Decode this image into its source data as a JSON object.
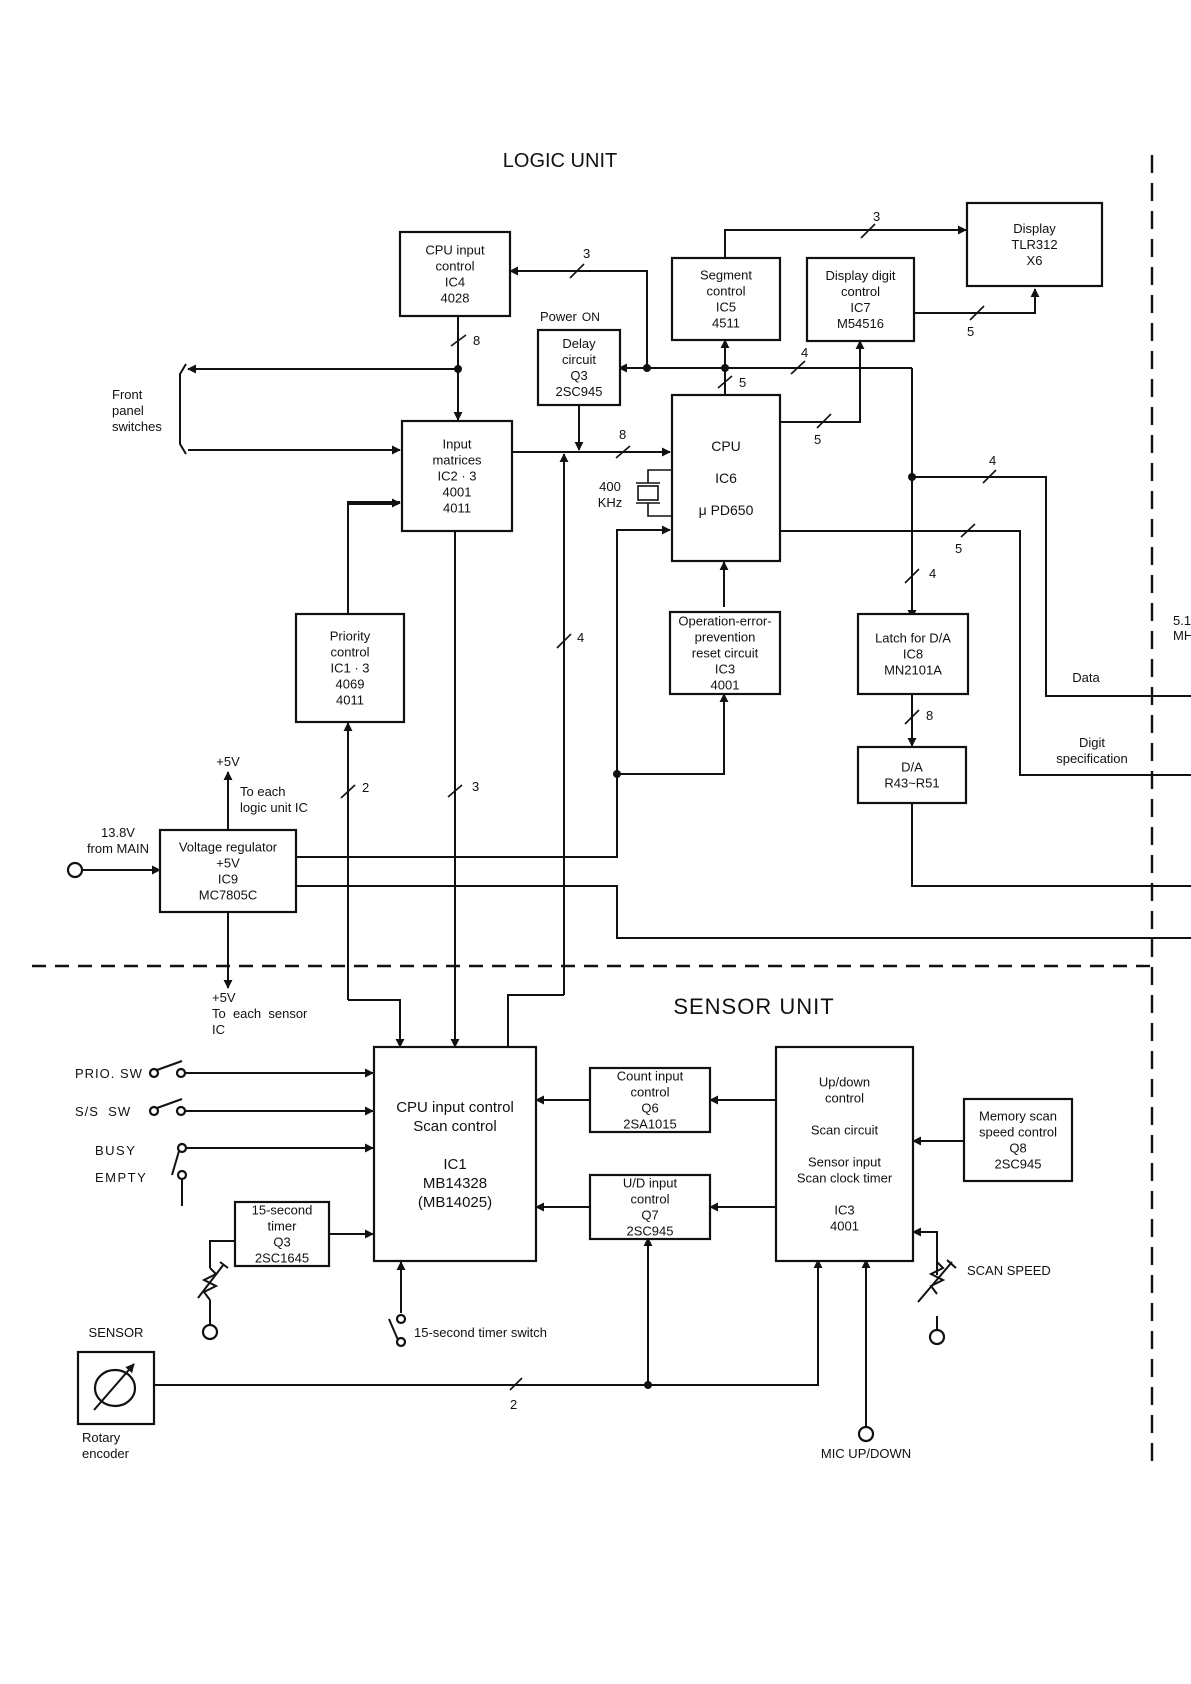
{
  "titles": {
    "logic_unit": "LOGIC UNIT",
    "sensor_unit": "SENSOR  UNIT"
  },
  "blocks": {
    "cpu_input_control_ic4": [
      "CPU input",
      "control",
      "IC4",
      "4028"
    ],
    "segment_control_ic5": [
      "Segment",
      "control",
      "IC5",
      "4511"
    ],
    "display_digit_control_ic7": [
      "Display digit",
      "control",
      "IC7",
      "M54516"
    ],
    "display_tlr312": [
      "Display",
      "TLR312",
      "X6"
    ],
    "delay_circuit_q3": [
      "Delay",
      "circuit",
      "Q3",
      "2SC945"
    ],
    "input_matrices": [
      "Input",
      "matrices",
      "IC2 · 3",
      "4001",
      "4011"
    ],
    "cpu_ic6": [
      "CPU",
      "IC6",
      "μ PD650"
    ],
    "priority_control": [
      "Priority",
      "control",
      "IC1 · 3",
      "4069",
      "4011"
    ],
    "reset_circuit_ic3": [
      "Operation-error-",
      "prevention",
      "reset circuit",
      "IC3",
      "4001"
    ],
    "latch_da_ic8": [
      "Latch for D/A",
      "IC8",
      "MN2101A"
    ],
    "da_converter": [
      "D/A",
      "R43~R51"
    ],
    "voltage_regulator_ic9": [
      "Voltage regulator",
      "+5V",
      "IC9",
      "MC7805C"
    ],
    "scan_control_ic1": [
      "CPU input control",
      "Scan control",
      "",
      "IC1",
      "MB14328",
      "(MB14025)"
    ],
    "count_input_control_q6": [
      "Count input",
      "control",
      "Q6",
      "2SA1015"
    ],
    "ud_input_control_q7": [
      "U/D input",
      "control",
      "Q7",
      "2SC945"
    ],
    "updown_control_ic3": [
      "Up/down",
      "control",
      "",
      "Scan circuit",
      "",
      "Sensor input",
      "Scan clock timer",
      "",
      "IC3",
      "4001"
    ],
    "memory_scan_speed_q8": [
      "Memory scan",
      "speed control",
      "Q8",
      "2SC945"
    ],
    "timer_15s_q3": [
      "15-second",
      "timer",
      "Q3",
      "2SC1645"
    ]
  },
  "labels": {
    "power_on": "Power",
    "power_on_suffix": "ON",
    "front_panel": [
      "Front",
      "panel",
      "switches"
    ],
    "crystal": [
      "400",
      "KHz"
    ],
    "plus5v_top": "+5V",
    "to_each_logic": [
      "To each",
      "logic unit IC"
    ],
    "input_13_8v": [
      "13.8V",
      "from MAIN"
    ],
    "plus5v_sensor": [
      "+5V",
      "To  each  sensor",
      "IC"
    ],
    "data": "Data",
    "digit_spec": [
      "Digit",
      "specification"
    ],
    "freq_cut": [
      "5.1",
      "MH"
    ],
    "prio_sw": "PRIO. SW",
    "ss_sw": "S/S  SW",
    "busy": "BUSY",
    "empty": "EMPTY",
    "timer_switch": "15-second timer switch",
    "sensor": "SENSOR",
    "rotary_encoder": [
      "Rotary",
      "encoder"
    ],
    "scan_speed": "SCAN SPEED",
    "mic_updown": "MIC UP/DOWN"
  },
  "bus_widths": {
    "cpu_to_ic4": "3",
    "ic4_to_matrices": "8",
    "seg_to_display": "3",
    "digit_to_display": "5",
    "cpu_bus_top": "4",
    "cpu_to_seg": "5",
    "cpu_to_digit": "5",
    "matrices_to_cpu": "8",
    "cpu_out_4": "4",
    "cpu_out_5": "5",
    "cpu_to_latch": "4",
    "latch_to_da": "8",
    "sensor_to_cpu_4": "4",
    "priority_2": "2",
    "matrices_3": "3",
    "encoder_2": "2"
  }
}
